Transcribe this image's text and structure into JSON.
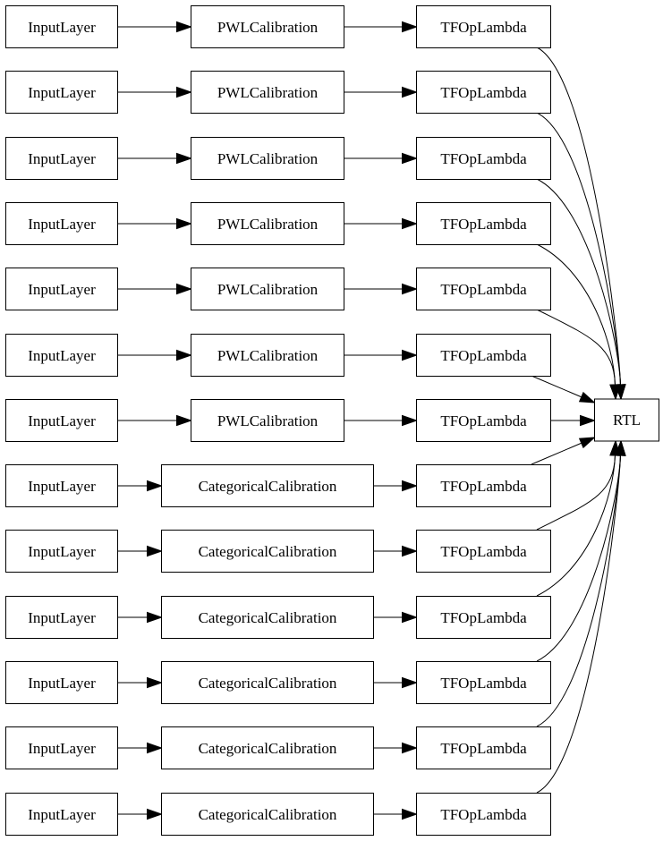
{
  "diagram": {
    "rows": [
      {
        "input": "InputLayer",
        "calibration": "PWLCalibration",
        "op": "TFOpLambda"
      },
      {
        "input": "InputLayer",
        "calibration": "PWLCalibration",
        "op": "TFOpLambda"
      },
      {
        "input": "InputLayer",
        "calibration": "PWLCalibration",
        "op": "TFOpLambda"
      },
      {
        "input": "InputLayer",
        "calibration": "PWLCalibration",
        "op": "TFOpLambda"
      },
      {
        "input": "InputLayer",
        "calibration": "PWLCalibration",
        "op": "TFOpLambda"
      },
      {
        "input": "InputLayer",
        "calibration": "PWLCalibration",
        "op": "TFOpLambda"
      },
      {
        "input": "InputLayer",
        "calibration": "PWLCalibration",
        "op": "TFOpLambda"
      },
      {
        "input": "InputLayer",
        "calibration": "CategoricalCalibration",
        "op": "TFOpLambda"
      },
      {
        "input": "InputLayer",
        "calibration": "CategoricalCalibration",
        "op": "TFOpLambda"
      },
      {
        "input": "InputLayer",
        "calibration": "CategoricalCalibration",
        "op": "TFOpLambda"
      },
      {
        "input": "InputLayer",
        "calibration": "CategoricalCalibration",
        "op": "TFOpLambda"
      },
      {
        "input": "InputLayer",
        "calibration": "CategoricalCalibration",
        "op": "TFOpLambda"
      },
      {
        "input": "InputLayer",
        "calibration": "CategoricalCalibration",
        "op": "TFOpLambda"
      }
    ],
    "output": {
      "label": "RTL"
    }
  }
}
